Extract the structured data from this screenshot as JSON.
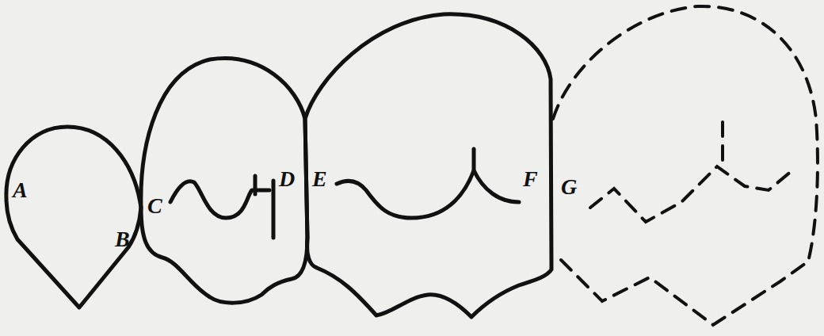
{
  "diagram": {
    "labels": [
      "A",
      "B",
      "C",
      "D",
      "E",
      "F",
      "G"
    ]
  }
}
